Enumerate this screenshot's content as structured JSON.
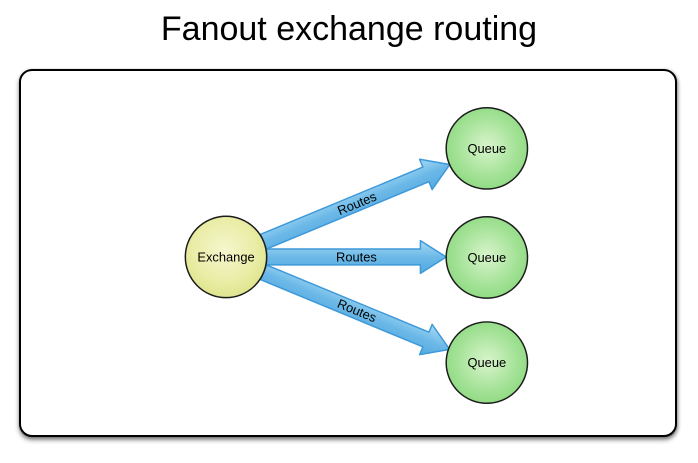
{
  "page": {
    "title": "Fanout exchange routing"
  },
  "diagram": {
    "exchange": {
      "label": "Exchange"
    },
    "queues": [
      {
        "label": "Queue"
      },
      {
        "label": "Queue"
      },
      {
        "label": "Queue"
      }
    ],
    "routes": [
      {
        "label": "Routes"
      },
      {
        "label": "Routes"
      },
      {
        "label": "Routes"
      }
    ],
    "colors": {
      "exchange_center": "#f5f7cd",
      "exchange_mid": "#e9eda6",
      "exchange_edge": "#d9df7f",
      "queue_center": "#d9f4cc",
      "queue_mid": "#a3e296",
      "queue_edge": "#7ed473",
      "arrow_top": "#a8d9f3",
      "arrow_mid": "#6cb9e8",
      "arrow_bottom": "#54aadf",
      "arrow_stroke": "#3d99da",
      "node_stroke": "#1c1c1c"
    }
  }
}
